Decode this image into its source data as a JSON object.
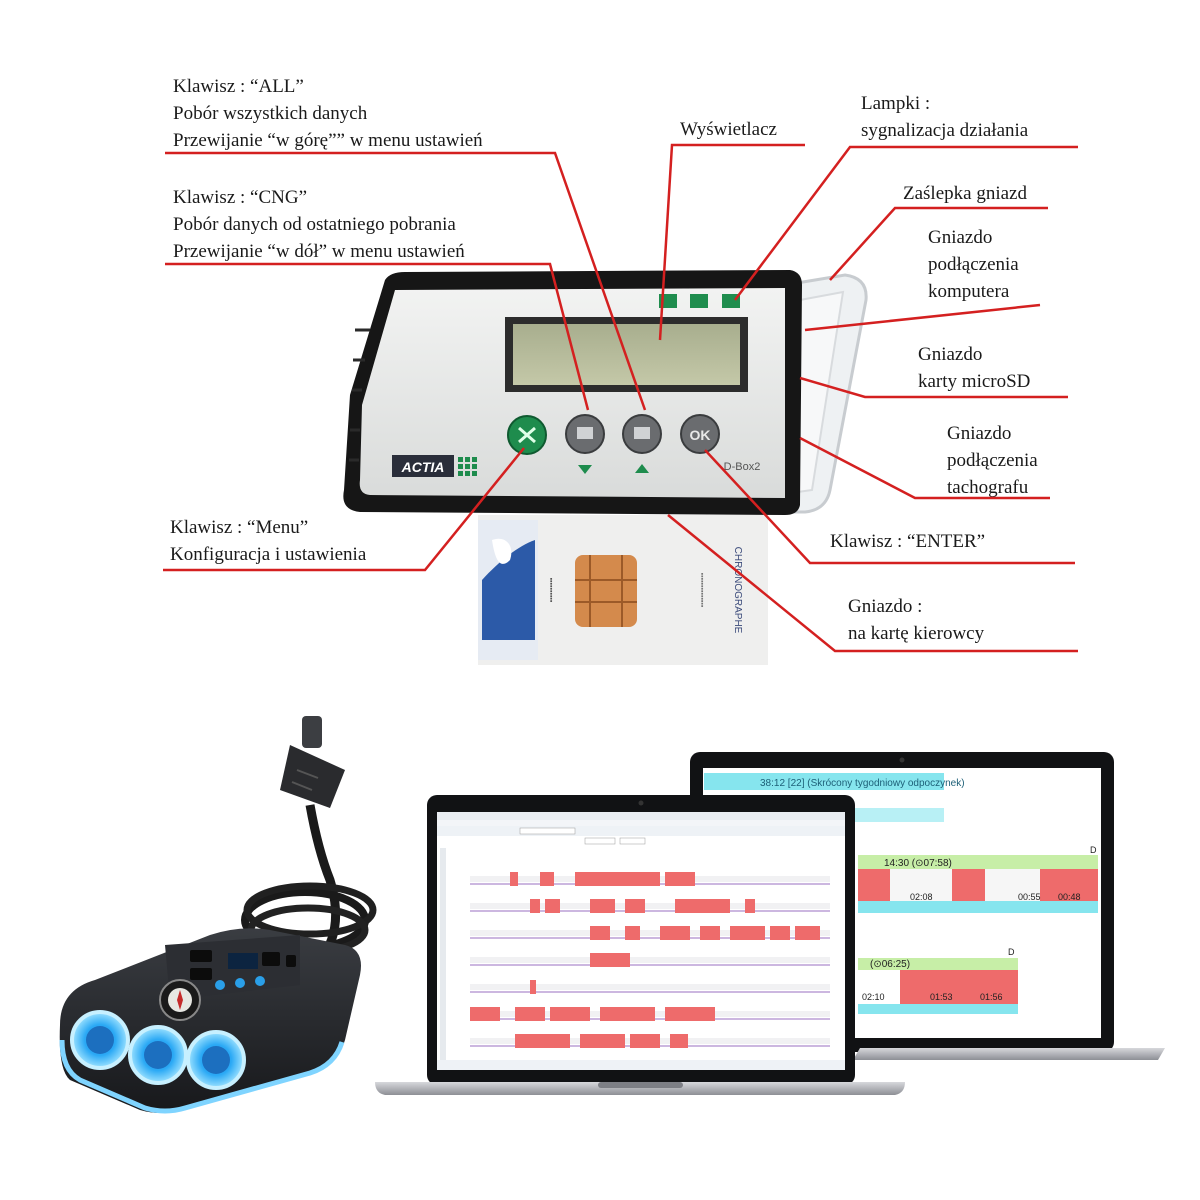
{
  "labels": {
    "key_all": [
      "Klawisz :  “ALL”",
      "Pobór wszystkich danych",
      "Przewijanie “w górę”” w menu ustawień"
    ],
    "key_cng": [
      "Klawisz :  “CNG”",
      "Pobór danych od ostatniego pobrania",
      "Przewijanie “w dół” w menu ustawień"
    ],
    "display": [
      "Wyświetlacz"
    ],
    "lamps": [
      "Lampki :",
      "sygnalizacja działania"
    ],
    "socket_cover": [
      "Zaślepka gniazd"
    ],
    "computer_socket": [
      "Gniazdo",
      "podłączenia",
      "komputera"
    ],
    "microsd_socket": [
      "Gniazdo",
      "karty microSD"
    ],
    "tachograph_socket": [
      "Gniazdo",
      "podłączenia",
      "tachografu"
    ],
    "key_menu": [
      "Klawisz :  “Menu”",
      "Konfiguracja i ustawienia"
    ],
    "key_enter": [
      "Klawisz :  “ENTER”"
    ],
    "card_slot": [
      "Gniazdo :",
      "na kartę kierowcy"
    ]
  },
  "device": {
    "brand": "ACTIA",
    "model": "D-Box2",
    "ok_key": "OK",
    "card_text": "CHRONOGRAPHE"
  },
  "back_laptop": {
    "banner": "38:12 [22] (Skrócony tygodniowy odpoczynek)",
    "row1_time": "14:30 (⊙07:58)",
    "row1_values": [
      "02:08",
      "00:55",
      "00:48"
    ],
    "row1_marker": "D",
    "row2_time": "(⊙06:25)",
    "row2_values": [
      "02:10",
      "01:53",
      "01:56"
    ],
    "row2_marker": "D"
  },
  "colors": {
    "callout_line": "#d42020",
    "label_text": "#1a1a1a",
    "activity_red": "#ee6b6b",
    "rest_cyan": "#86e5ee",
    "device_green": "#1e8c4d"
  }
}
